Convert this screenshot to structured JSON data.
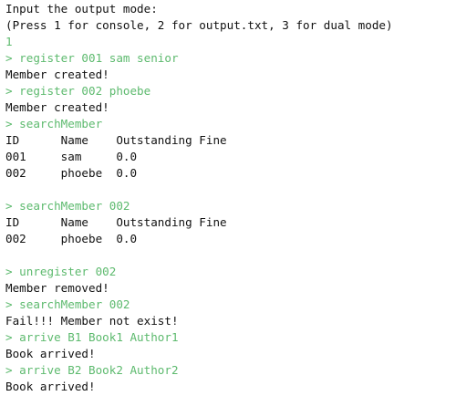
{
  "colors": {
    "command": "#5dba6e",
    "output": "#111111",
    "background": "#ffffff"
  },
  "terminal": {
    "lines": [
      {
        "kind": "out",
        "text": "Input the output mode:"
      },
      {
        "kind": "out",
        "text": "(Press 1 for console, 2 for output.txt, 3 for dual mode)"
      },
      {
        "kind": "cmd",
        "text": "1"
      },
      {
        "kind": "cmd",
        "text": "> register 001 sam senior"
      },
      {
        "kind": "out",
        "text": "Member created!"
      },
      {
        "kind": "cmd",
        "text": "> register 002 phoebe"
      },
      {
        "kind": "out",
        "text": "Member created!"
      },
      {
        "kind": "cmd",
        "text": "> searchMember"
      },
      {
        "kind": "out",
        "text": "ID      Name    Outstanding Fine"
      },
      {
        "kind": "out",
        "text": "001     sam     0.0"
      },
      {
        "kind": "out",
        "text": "002     phoebe  0.0"
      },
      {
        "kind": "out",
        "text": ""
      },
      {
        "kind": "cmd",
        "text": "> searchMember 002"
      },
      {
        "kind": "out",
        "text": "ID      Name    Outstanding Fine"
      },
      {
        "kind": "out",
        "text": "002     phoebe  0.0"
      },
      {
        "kind": "out",
        "text": ""
      },
      {
        "kind": "cmd",
        "text": "> unregister 002"
      },
      {
        "kind": "out",
        "text": "Member removed!"
      },
      {
        "kind": "cmd",
        "text": "> searchMember 002"
      },
      {
        "kind": "out",
        "text": "Fail!!! Member not exist!"
      },
      {
        "kind": "cmd",
        "text": "> arrive B1 Book1 Author1"
      },
      {
        "kind": "out",
        "text": "Book arrived!"
      },
      {
        "kind": "cmd",
        "text": "> arrive B2 Book2 Author2"
      },
      {
        "kind": "out",
        "text": "Book arrived!"
      }
    ]
  }
}
